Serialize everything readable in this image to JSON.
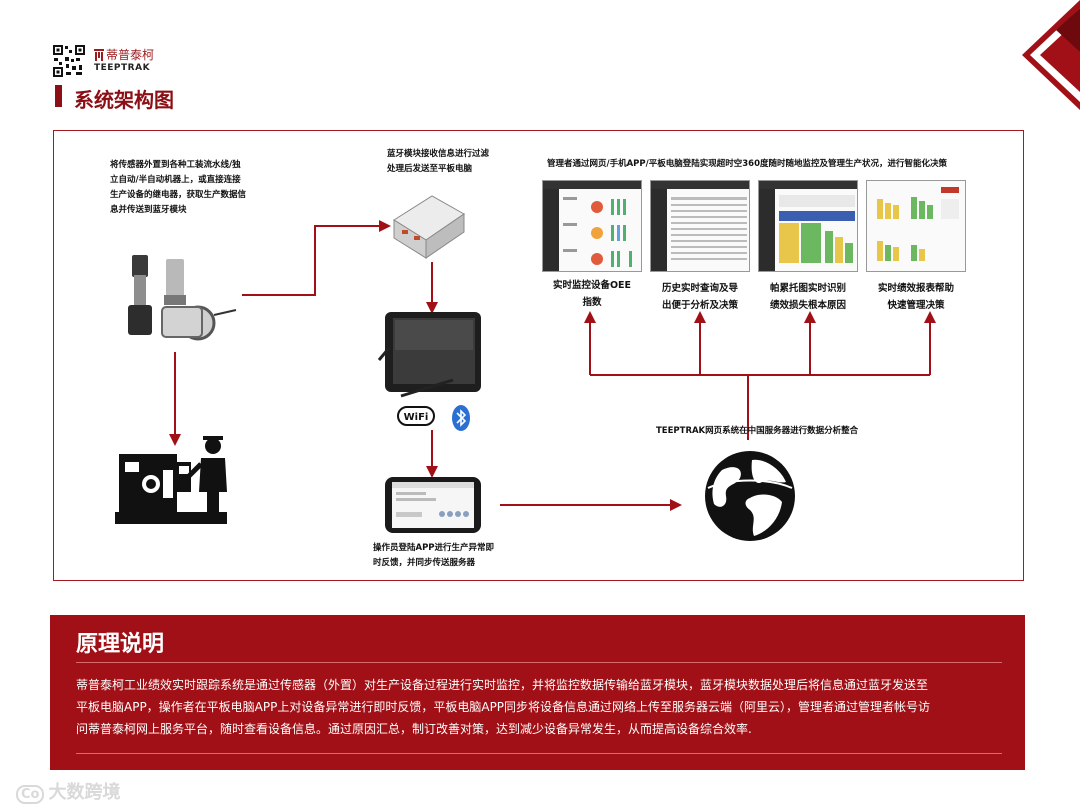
{
  "header": {
    "logo_cn": "蒂普泰柯",
    "logo_en": "TEEPTRAK",
    "section_title": "系统架构图"
  },
  "diagram": {
    "sensor_text": [
      "将传感器外置到各种工装流水线/独",
      "立自动/半自动机器上，或直接连接",
      "生产设备的继电器，获取生产数据信",
      "息并传送到蓝牙模块"
    ],
    "bluetooth_text": [
      "蓝牙模块接收信息进行过滤",
      "处理后发送至平板电脑"
    ],
    "manager_text": "管理者通过网页/手机APP/平板电脑登陆实现超时空360度随时随地监控及管理生产状况，进行智能化决策",
    "wifi_label": "WiFi",
    "screen_captions": [
      [
        "实时监控设备OEE",
        "指数"
      ],
      [
        "历史实时查询及导",
        "出便于分析及决策"
      ],
      [
        "帕累托图实时识别",
        "绩效损失根本原因"
      ],
      [
        "实时绩效报表帮助",
        "快速管理决策"
      ]
    ],
    "server_text": "TEEPTRAK网页系统在中国服务器进行数据分析整合",
    "operator_text": [
      "操作员登陆APP进行生产异常即",
      "时反馈，并同步传送服务器"
    ]
  },
  "principle": {
    "title": "原理说明",
    "lines": [
      "蒂普泰柯工业绩效实时跟踪系统是通过传感器（外置）对生产设备过程进行实时监控，并将监控数据传输给蓝牙模块，蓝牙模块数据处理后将信息通过蓝牙发送至",
      "平板电脑APP，操作者在平板电脑APP上对设备异常进行即时反馈，平板电脑APP同步将设备信息通过网络上传至服务器云端（阿里云），管理者通过管理者帐号访",
      "问蒂普泰柯网上服务平台，随时查看设备信息。通过原因汇总，制订改善对策，达到减少设备异常发生，从而提高设备综合效率."
    ]
  },
  "watermark": "大数跨境",
  "colors": {
    "brand_red": "#a11016",
    "dark_red": "#8b0f15"
  }
}
